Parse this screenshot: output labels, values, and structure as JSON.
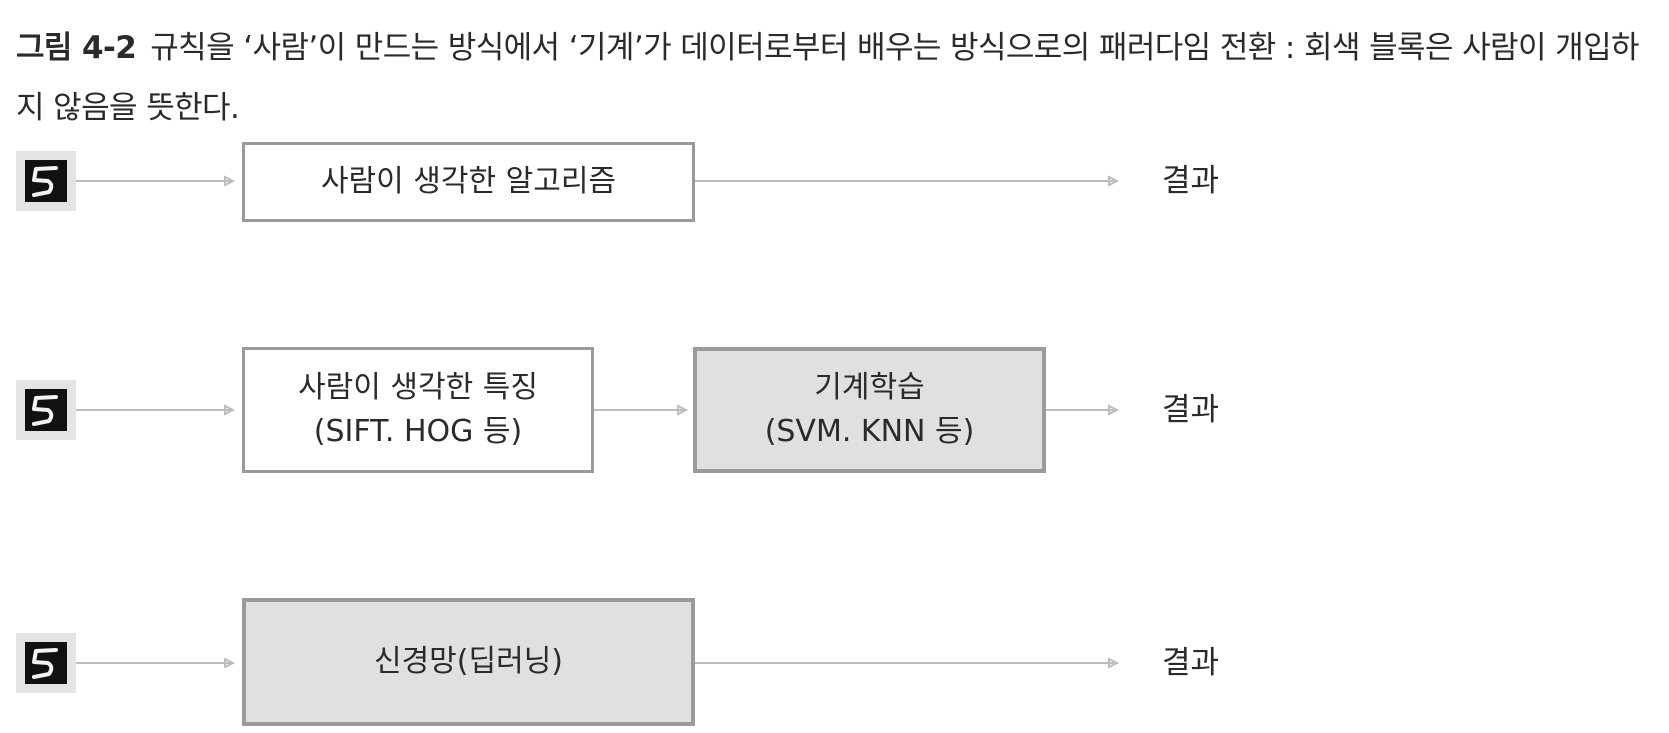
{
  "caption": {
    "label": "그림 4-2",
    "text": "규칙을 ‘사람’이 만드는 방식에서 ‘기계’가 데이터로부터 배우는 방식으로의 패러다임 전환 : 회색 블록은 사람이 개입하지 않음을 뜻한다."
  },
  "colors": {
    "human_block": "#ffffff",
    "machine_block": "#e0e0e0",
    "border": "#9a9a9a",
    "line": "#bdbdbd",
    "digit_bg": "#e4e4e4",
    "digit_tile": "#111111"
  },
  "input_icon": "handwritten-digit-five-icon",
  "rows": [
    {
      "blocks": [
        {
          "lines": [
            "사람이 생각한 알고리즘"
          ],
          "gray": false
        }
      ],
      "result": "결과"
    },
    {
      "blocks": [
        {
          "lines": [
            "사람이 생각한 특징",
            "(SIFT. HOG 등)"
          ],
          "gray": false
        },
        {
          "lines": [
            "기계학습",
            "(SVM. KNN 등)"
          ],
          "gray": true
        }
      ],
      "result": "결과"
    },
    {
      "blocks": [
        {
          "lines": [
            "신경망(딥러닝)"
          ],
          "gray": true
        }
      ],
      "result": "결과"
    }
  ]
}
